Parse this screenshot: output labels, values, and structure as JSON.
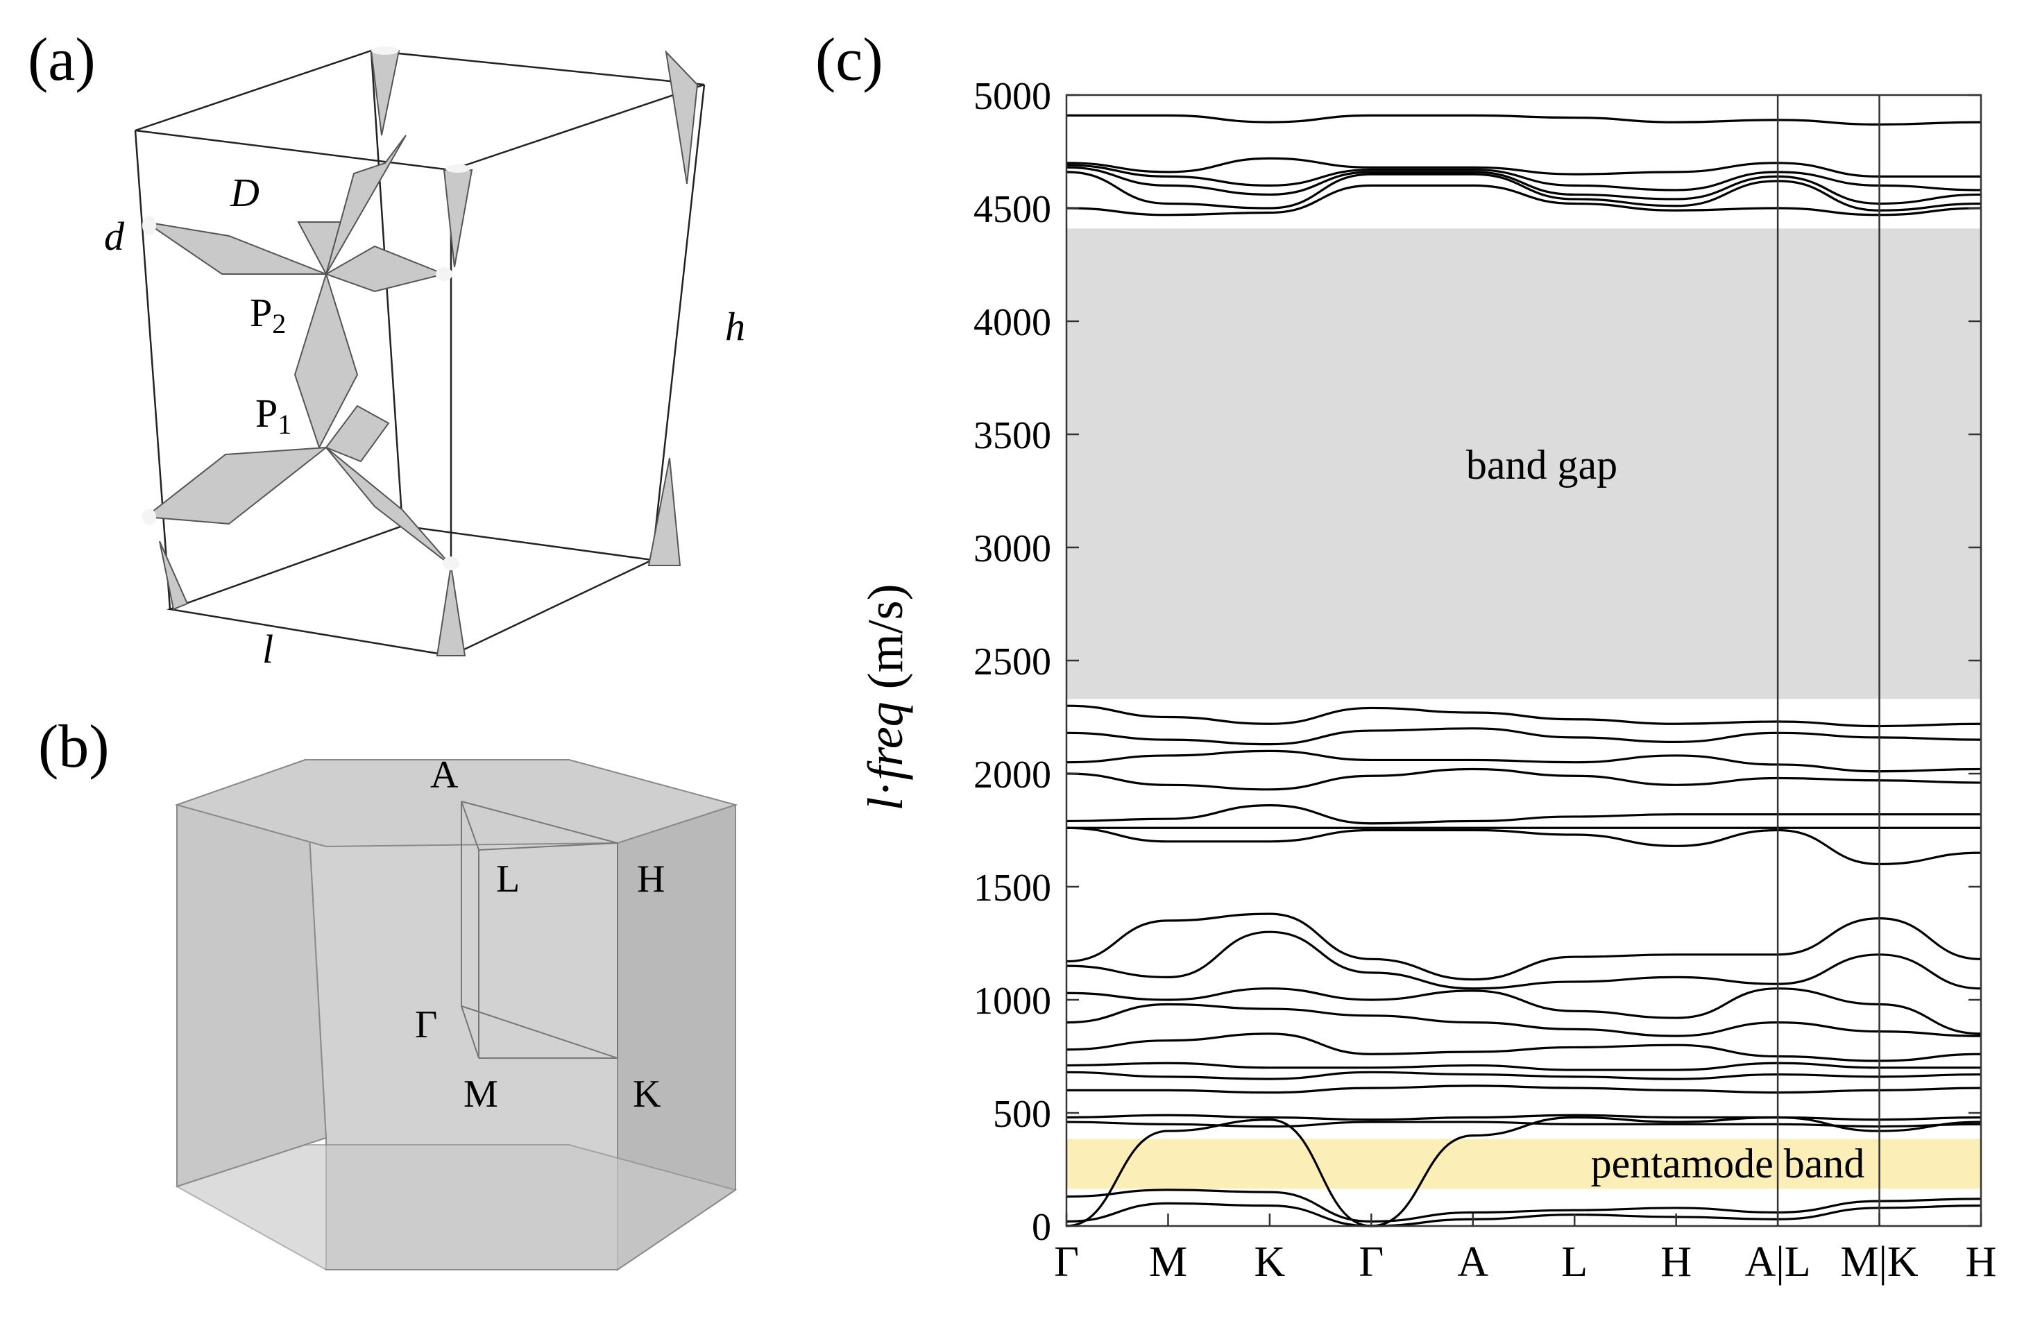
{
  "panel_a": {
    "label": "(a)",
    "labels": {
      "D": "D",
      "d": "d",
      "h": "h",
      "l": "l",
      "P2_main": "P",
      "P2_sub": "2",
      "P1_main": "P",
      "P1_sub": "1"
    }
  },
  "panel_b": {
    "label": "(b)",
    "points": {
      "A": "A",
      "L": "L",
      "H": "H",
      "Gamma": "Γ",
      "M": "M",
      "K": "K"
    }
  },
  "panel_c": {
    "label": "(c)",
    "ylabel_prefix": "l",
    "ylabel_dot": "·",
    "ylabel_italic": "freq",
    "ylabel_unit": "(m/s)",
    "band_gap_text": "band gap",
    "pentamode_text": "pentamode band"
  },
  "colors": {
    "band_gap": "#dcdcdc",
    "pentamode_band": "#fbeeb6",
    "curves": "#000000"
  },
  "chart_data": {
    "type": "line",
    "title": "",
    "xlabel": "",
    "ylabel": "l·freq (m/s)",
    "ylim": [
      0,
      5000
    ],
    "yticks": [
      0,
      500,
      1000,
      1500,
      2000,
      2500,
      3000,
      3500,
      4000,
      4500,
      5000
    ],
    "x_ticks": [
      {
        "label": "Γ",
        "pos": 0
      },
      {
        "label": "M",
        "pos": 1
      },
      {
        "label": "K",
        "pos": 2
      },
      {
        "label": "Γ",
        "pos": 3
      },
      {
        "label": "A",
        "pos": 4
      },
      {
        "label": "L",
        "pos": 5
      },
      {
        "label": "H",
        "pos": 6
      },
      {
        "label": "A|L",
        "pos": 7
      },
      {
        "label": "M|K",
        "pos": 8
      },
      {
        "label": "H",
        "pos": 9
      }
    ],
    "shaded_regions": [
      {
        "name": "band gap",
        "ymin": 2330,
        "ymax": 4410
      },
      {
        "name": "pentamode band",
        "ymin": 165,
        "ymax": 385
      }
    ],
    "series": [
      {
        "values": [
          4910,
          4910,
          4880,
          4910,
          4910,
          4900,
          4880,
          4890,
          4870,
          4880
        ]
      },
      {
        "values": [
          4700,
          4660,
          4720,
          4680,
          4680,
          4650,
          4660,
          4700,
          4640,
          4640
        ]
      },
      {
        "values": [
          4690,
          4640,
          4600,
          4670,
          4670,
          4600,
          4580,
          4660,
          4600,
          4580
        ]
      },
      {
        "values": [
          4680,
          4600,
          4560,
          4660,
          4660,
          4560,
          4540,
          4640,
          4520,
          4560
        ]
      },
      {
        "values": [
          4660,
          4520,
          4500,
          4650,
          4650,
          4540,
          4510,
          4620,
          4490,
          4520
        ]
      },
      {
        "values": [
          4500,
          4470,
          4480,
          4600,
          4600,
          4520,
          4490,
          4500,
          4470,
          4500
        ]
      },
      {
        "values": [
          2300,
          2250,
          2220,
          2290,
          2270,
          2240,
          2220,
          2230,
          2210,
          2220
        ]
      },
      {
        "values": [
          2180,
          2150,
          2130,
          2190,
          2200,
          2160,
          2140,
          2180,
          2160,
          2150
        ]
      },
      {
        "values": [
          2050,
          2080,
          2100,
          2060,
          2060,
          2050,
          2080,
          2040,
          2010,
          2020
        ]
      },
      {
        "values": [
          2000,
          1950,
          1930,
          1990,
          2020,
          1990,
          1950,
          1980,
          1970,
          1960
        ]
      },
      {
        "values": [
          1790,
          1800,
          1860,
          1780,
          1790,
          1810,
          1820,
          1820,
          1820,
          1820
        ]
      },
      {
        "values": [
          1760,
          1760,
          1760,
          1760,
          1760,
          1760,
          1760,
          1760,
          1760,
          1760
        ]
      },
      {
        "values": [
          1760,
          1700,
          1700,
          1750,
          1750,
          1730,
          1680,
          1750,
          1600,
          1650
        ]
      },
      {
        "values": [
          1170,
          1350,
          1380,
          1180,
          1090,
          1190,
          1200,
          1200,
          1360,
          1180
        ]
      },
      {
        "values": [
          1150,
          1100,
          1300,
          1120,
          1050,
          1080,
          1100,
          1070,
          1200,
          1050
        ]
      },
      {
        "values": [
          1030,
          1000,
          1050,
          1000,
          1040,
          950,
          920,
          1050,
          980,
          850
        ]
      },
      {
        "values": [
          900,
          980,
          960,
          930,
          900,
          870,
          840,
          900,
          860,
          840
        ]
      },
      {
        "values": [
          780,
          820,
          850,
          760,
          770,
          790,
          800,
          750,
          730,
          760
        ]
      },
      {
        "values": [
          710,
          720,
          700,
          700,
          710,
          690,
          690,
          720,
          700,
          700
        ]
      },
      {
        "values": [
          680,
          660,
          650,
          680,
          670,
          660,
          650,
          670,
          660,
          670
        ]
      },
      {
        "values": [
          600,
          600,
          590,
          610,
          620,
          610,
          600,
          590,
          600,
          610
        ]
      },
      {
        "values": [
          480,
          490,
          480,
          470,
          480,
          490,
          480,
          480,
          470,
          480
        ]
      },
      {
        "values": [
          460,
          450,
          440,
          460,
          460,
          450,
          450,
          450,
          440,
          450
        ]
      },
      {
        "values": [
          130,
          160,
          150,
          20,
          60,
          70,
          80,
          60,
          110,
          120
        ]
      },
      {
        "values": [
          20,
          100,
          90,
          0,
          30,
          50,
          40,
          30,
          80,
          90
        ]
      },
      {
        "values": [
          0,
          420,
          470,
          0,
          400,
          480,
          460,
          480,
          420,
          460
        ]
      }
    ]
  }
}
